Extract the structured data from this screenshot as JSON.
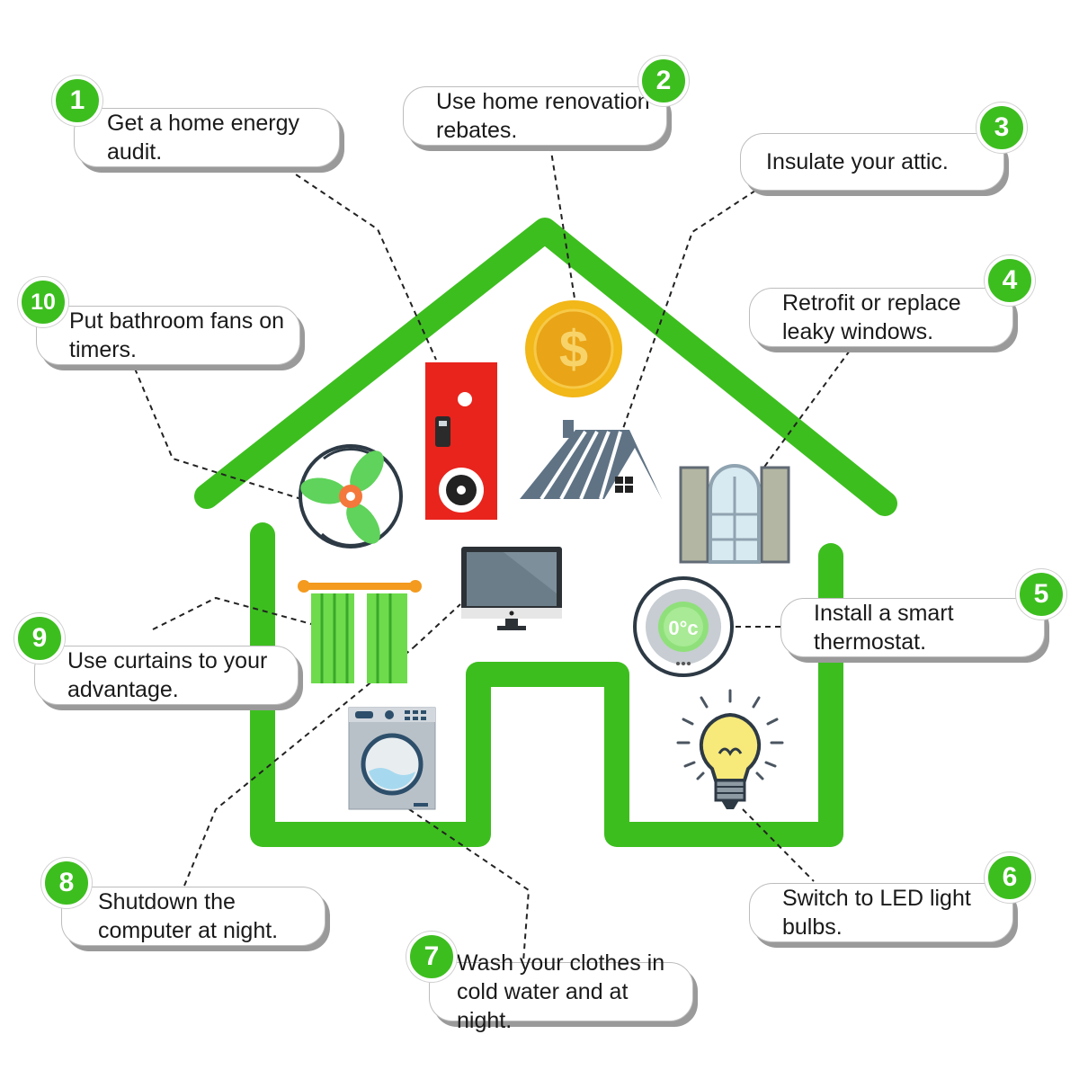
{
  "colors": {
    "house": "#3dbe1f",
    "badge": "#3dbe1f"
  },
  "tips": [
    {
      "number": "1",
      "text": "Get a home energy\naudit."
    },
    {
      "number": "2",
      "text": "Use home renovation\nrebates."
    },
    {
      "number": "3",
      "text": "Insulate your attic."
    },
    {
      "number": "4",
      "text": "Retrofit or replace\nleaky windows."
    },
    {
      "number": "5",
      "text": "Install a smart\nthermostat."
    },
    {
      "number": "6",
      "text": "Switch to LED light\nbulbs."
    },
    {
      "number": "7",
      "text": "Wash your clothes in\ncold water and at night."
    },
    {
      "number": "8",
      "text": "Shutdown the\ncomputer at night."
    },
    {
      "number": "9",
      "text": "Use curtains to your\nadvantage."
    },
    {
      "number": "10",
      "text": "Put bathroom fans on\ntimers."
    }
  ],
  "icons": {
    "coin_symbol": "$",
    "thermostat_display": "0°c"
  }
}
